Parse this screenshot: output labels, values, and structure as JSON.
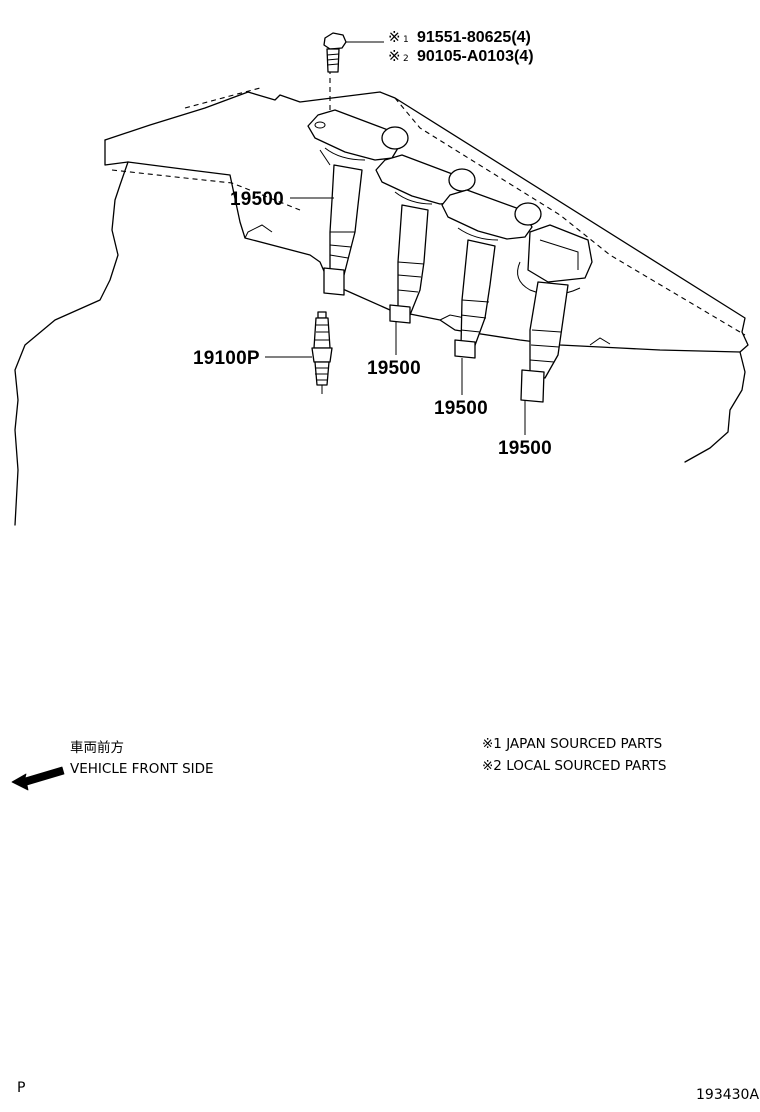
{
  "bolt": {
    "mark1": "※",
    "sub1": "1",
    "part1": "91551-80625(4)",
    "mark2": "※",
    "sub2": "2",
    "part2": "90105-A0103(4)"
  },
  "callouts": {
    "coil_1": "19500",
    "coil_2": "19500",
    "coil_3": "19500",
    "coil_4": "19500",
    "spark_plug": "19100P"
  },
  "direction": {
    "jp": "車両前方",
    "en": "VEHICLE FRONT SIDE"
  },
  "legend": {
    "note1": "※1 JAPAN SOURCED PARTS",
    "note2": "※2 LOCAL SOURCED PARTS"
  },
  "footer": {
    "left": "P",
    "right": "193430A"
  }
}
